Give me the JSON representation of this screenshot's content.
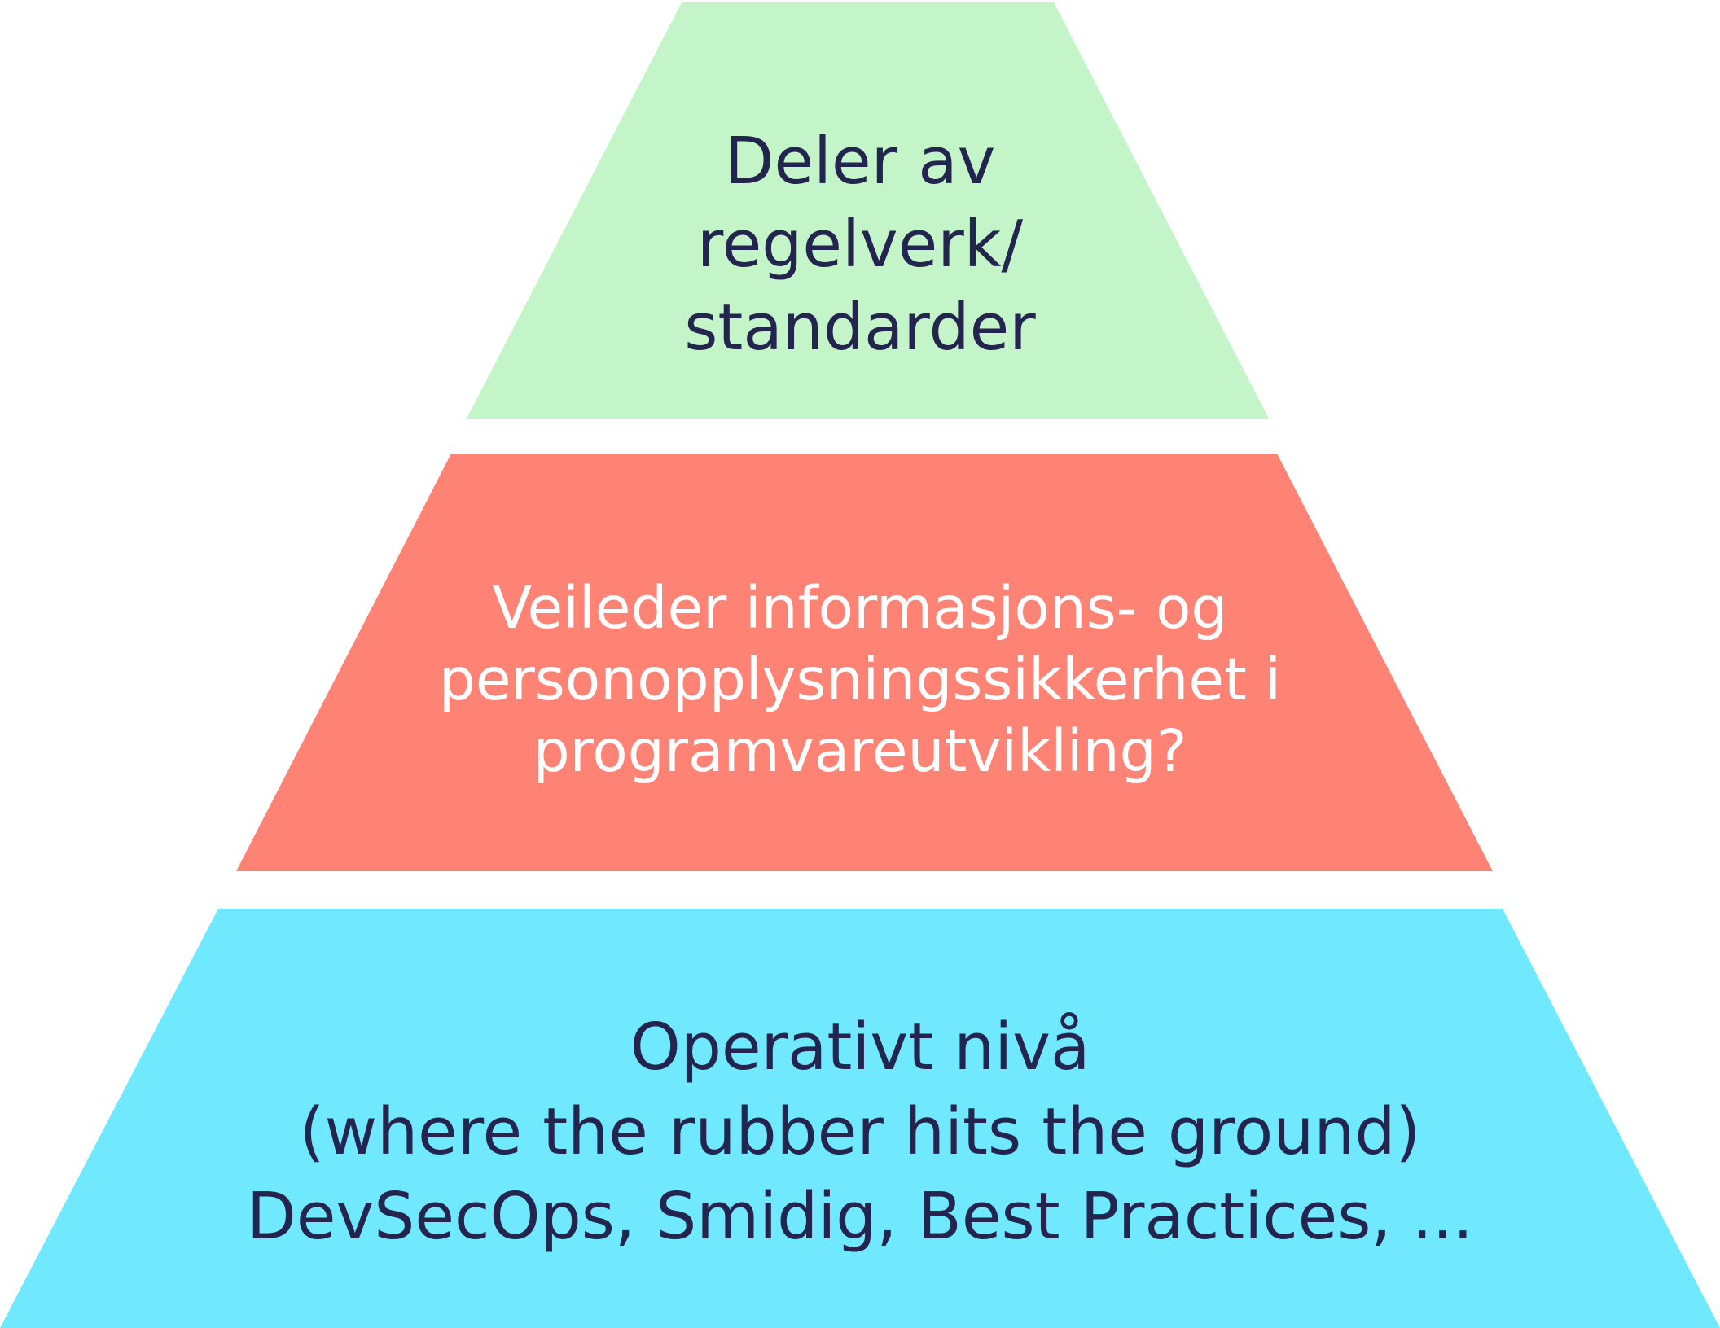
{
  "colors": {
    "background": "#ffffff",
    "top_fill": "#c4f5c9",
    "middle_fill": "#ff8375",
    "bottom_fill": "#70e9ff",
    "dark_text": "#24254f",
    "light_text": "#ffffff"
  },
  "tiers": {
    "top": {
      "lines": [
        "Deler av",
        "regelverk/",
        "standarder"
      ]
    },
    "middle": {
      "lines": [
        "Veileder informasjons- og",
        "personopplysningssikkerhet i",
        "programvareutvikling?"
      ]
    },
    "bottom": {
      "lines": [
        "Operativt nivå",
        "(where the rubber hits the ground)",
        "DevSecOps, Smidig, Best Practices, ..."
      ]
    }
  }
}
